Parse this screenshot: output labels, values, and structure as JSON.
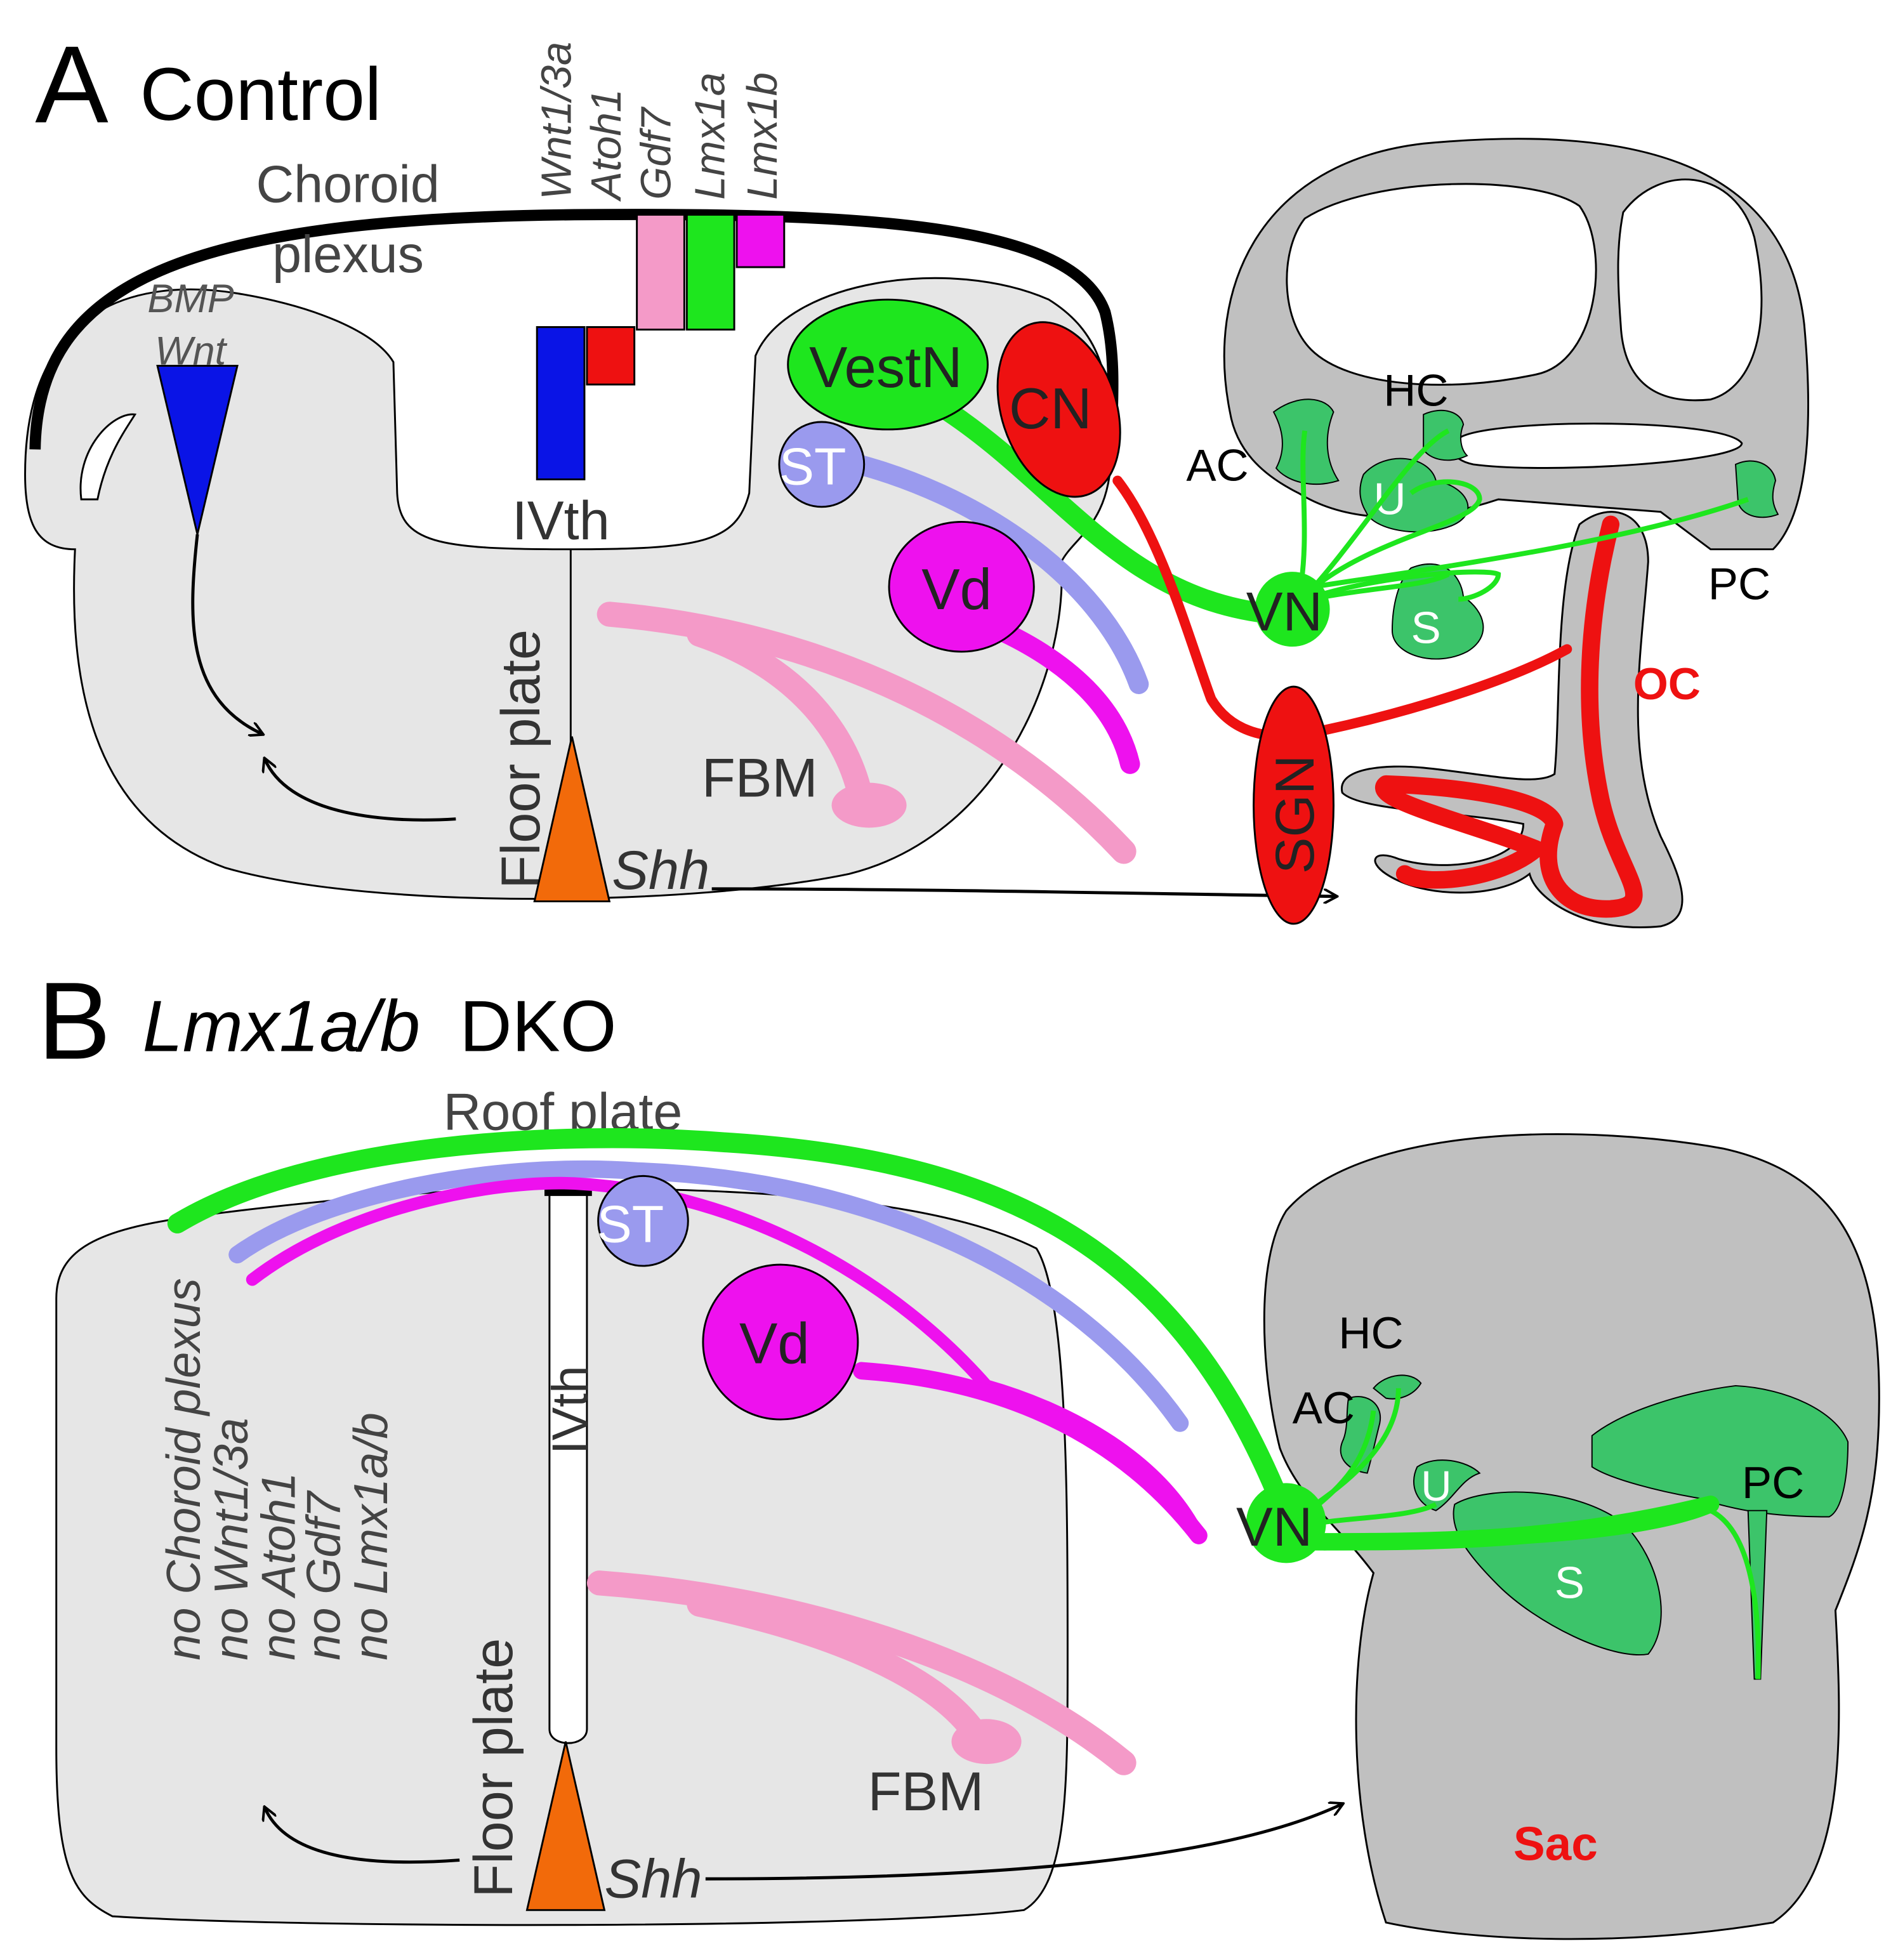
{
  "panelA": {
    "letter": "A",
    "title": "Control",
    "choroid_line1": "Choroid",
    "choroid_line2": "plexus",
    "bmp": "BMP",
    "wnt": "Wnt",
    "genes": [
      "Wnt1/3a",
      "Atoh1",
      "Gdf7",
      "Lmx1a",
      "Lmx1b"
    ],
    "ivth": "IVth",
    "floor_plate": "Floor plate",
    "shh": "Shh",
    "vestn": "VestN",
    "cn": "CN",
    "st": "ST",
    "vd": "Vd",
    "fbm": "FBM",
    "vn": "VN",
    "sgn": "SGN",
    "ac": "AC",
    "hc": "HC",
    "u": "U",
    "s": "S",
    "pc": "PC",
    "oc": "OC"
  },
  "panelB": {
    "letter": "B",
    "title_italic": "Lmx1a/b",
    "title_rest": " DKO",
    "roof_plate": "Roof plate",
    "absent": [
      "no Choroid plexus",
      "no Wnt1/3a",
      "no Atoh1",
      "no Gdf7",
      "no Lmx1a/b"
    ],
    "ivth": "IVth",
    "floor_plate": "Floor plate",
    "shh": "Shh",
    "st": "ST",
    "vd": "Vd",
    "fbm": "FBM",
    "vn": "VN",
    "hc": "HC",
    "ac": "AC",
    "u": "U",
    "s": "S",
    "pc": "PC",
    "sac": "Sac"
  },
  "colors": {
    "tissue": "#e6e6e6",
    "ear": "#c0c0c0",
    "green": "#1ee61e",
    "sensory": "#3cc46a",
    "red": "#ee1111",
    "magenta": "#ee11ee",
    "lavender": "#9a9aee",
    "pink": "#f49ac8",
    "blue": "#0a14e6",
    "orange": "#f26a0a",
    "black": "#000000"
  }
}
